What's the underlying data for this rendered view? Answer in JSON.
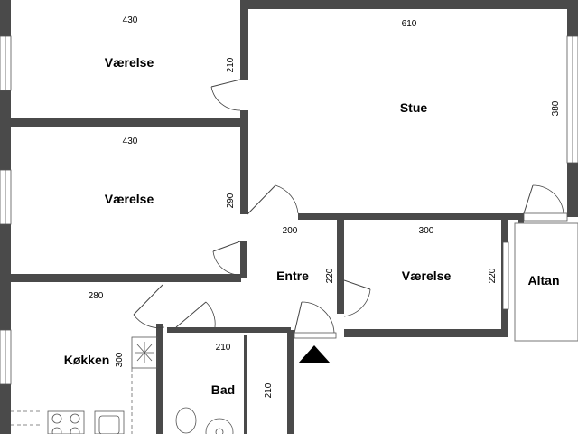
{
  "rooms": {
    "room_top_left": "Værelse",
    "room_mid_left": "Værelse",
    "stue": "Stue",
    "entre": "Entre",
    "room_right": "Værelse",
    "altan": "Altan",
    "kokken": "Køkken",
    "bad": "Bad"
  },
  "dimensions": {
    "top_left_width": "430",
    "top_left_height": "210",
    "stue_width": "610",
    "stue_height": "380",
    "mid_left_width": "430",
    "mid_left_height": "290",
    "entre_width": "200",
    "entre_height": "220",
    "right_room_width": "300",
    "right_room_height": "220",
    "kokken_width": "280",
    "kokken_height": "300",
    "bad_width": "210",
    "bad_height": "210"
  },
  "colors": {
    "wall": "#4a4a4a",
    "background": "#ffffff"
  },
  "icons": {
    "entrance_marker": "entrance-triangle-icon",
    "ventilation": "ventilation-icon"
  }
}
